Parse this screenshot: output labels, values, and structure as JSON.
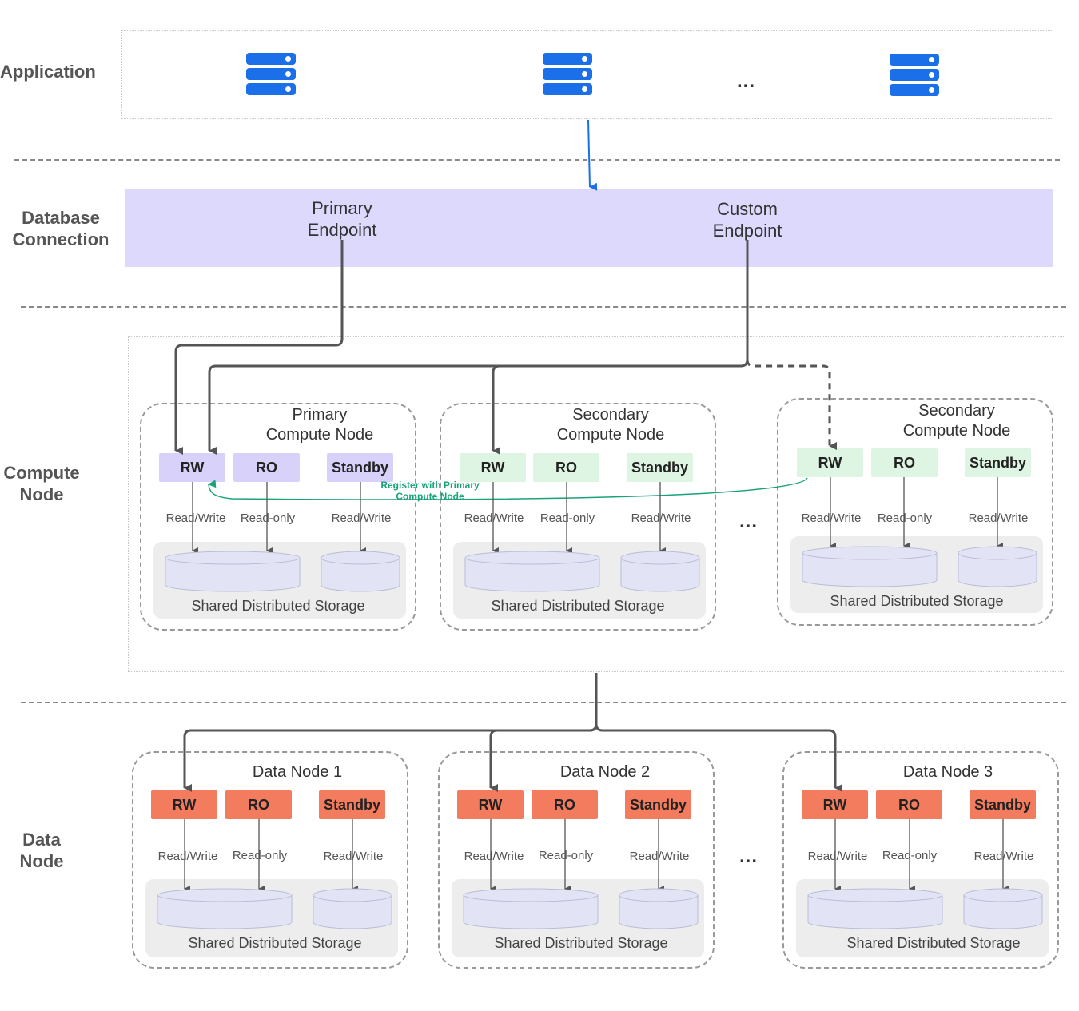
{
  "layers": {
    "application": "Application",
    "database_connection": "Database\nConnection",
    "compute_node": "Compute\nNode",
    "data_node": "Data\nNode"
  },
  "ellipsis": "...",
  "endpoints": {
    "primary": "Primary\nEndpoint",
    "custom": "Custom\nEndpoint"
  },
  "compute_groups": [
    {
      "title": "Primary\nCompute Node",
      "nodes": [
        "RW",
        "RO",
        "Standby"
      ],
      "modes": [
        "Read/Write",
        "Read-only",
        "Read/Write"
      ],
      "storage": "Shared Distributed Storage"
    },
    {
      "title": "Secondary\nCompute Node",
      "nodes": [
        "RW",
        "RO",
        "Standby"
      ],
      "modes": [
        "Read/Write",
        "Read-only",
        "Read/Write"
      ],
      "storage": "Shared Distributed Storage"
    },
    {
      "title": "Secondary\nCompute Node",
      "nodes": [
        "RW",
        "RO",
        "Standby"
      ],
      "modes": [
        "Read/Write",
        "Read-only",
        "Read/Write"
      ],
      "storage": "Shared Distributed Storage"
    }
  ],
  "register_label": "Register with Primary\nCompute Node",
  "data_groups": [
    {
      "title": "Data Node 1",
      "nodes": [
        "RW",
        "RO",
        "Standby"
      ],
      "modes": [
        "Read/Write",
        "Read-only",
        "Read/Write"
      ],
      "storage": "Shared Distributed Storage"
    },
    {
      "title": "Data Node 2",
      "nodes": [
        "RW",
        "RO",
        "Standby"
      ],
      "modes": [
        "Read/Write",
        "Read-only",
        "Read/Write"
      ],
      "storage": "Shared Distributed Storage"
    },
    {
      "title": "Data Node 3",
      "nodes": [
        "RW",
        "RO",
        "Standby"
      ],
      "modes": [
        "Read/Write",
        "Read-only",
        "Read/Write"
      ],
      "storage": "Shared Distributed Storage"
    }
  ],
  "colors": {
    "server_blue": "#1b6fe8",
    "connection_bar": "#ddd9fd",
    "primary_node": "#d8d2fb",
    "secondary_node": "#dff5e3",
    "data_node": "#f47c5e",
    "register_arrow": "#1aa37a"
  },
  "icons": [
    "server-icon",
    "server-icon",
    "server-icon"
  ]
}
